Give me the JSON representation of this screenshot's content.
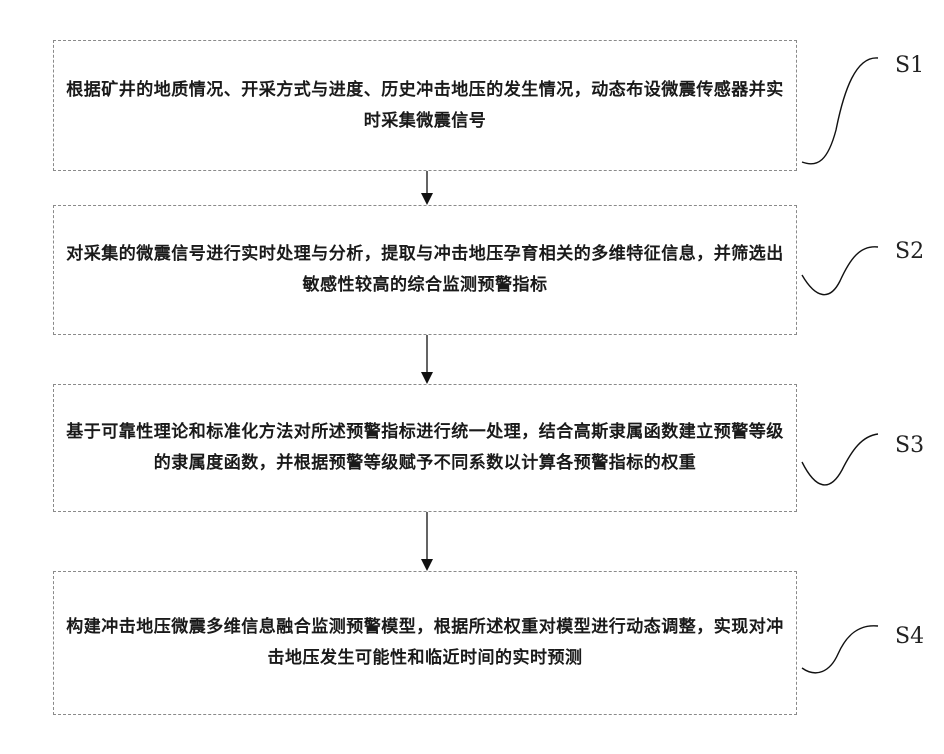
{
  "steps": [
    {
      "label": "S1",
      "text": "根据矿井的地质情况、开采方式与进度、历史冲击地压的发生情况，动态布设微震传感器并实时采集微震信号"
    },
    {
      "label": "S2",
      "text": "对采集的微震信号进行实时处理与分析，提取与冲击地压孕育相关的多维特征信息，并筛选出敏感性较高的综合监测预警指标"
    },
    {
      "label": "S3",
      "text": "基于可靠性理论和标准化方法对所述预警指标进行统一处理，结合高斯隶属函数建立预警等级的隶属度函数，并根据预警等级赋予不同系数以计算各预警指标的权重"
    },
    {
      "label": "S4",
      "text": "构建冲击地压微震多维信息融合监测预警模型，根据所述权重对模型进行动态调整，实现对冲击地压发生可能性和临近时间的实时预测"
    }
  ]
}
